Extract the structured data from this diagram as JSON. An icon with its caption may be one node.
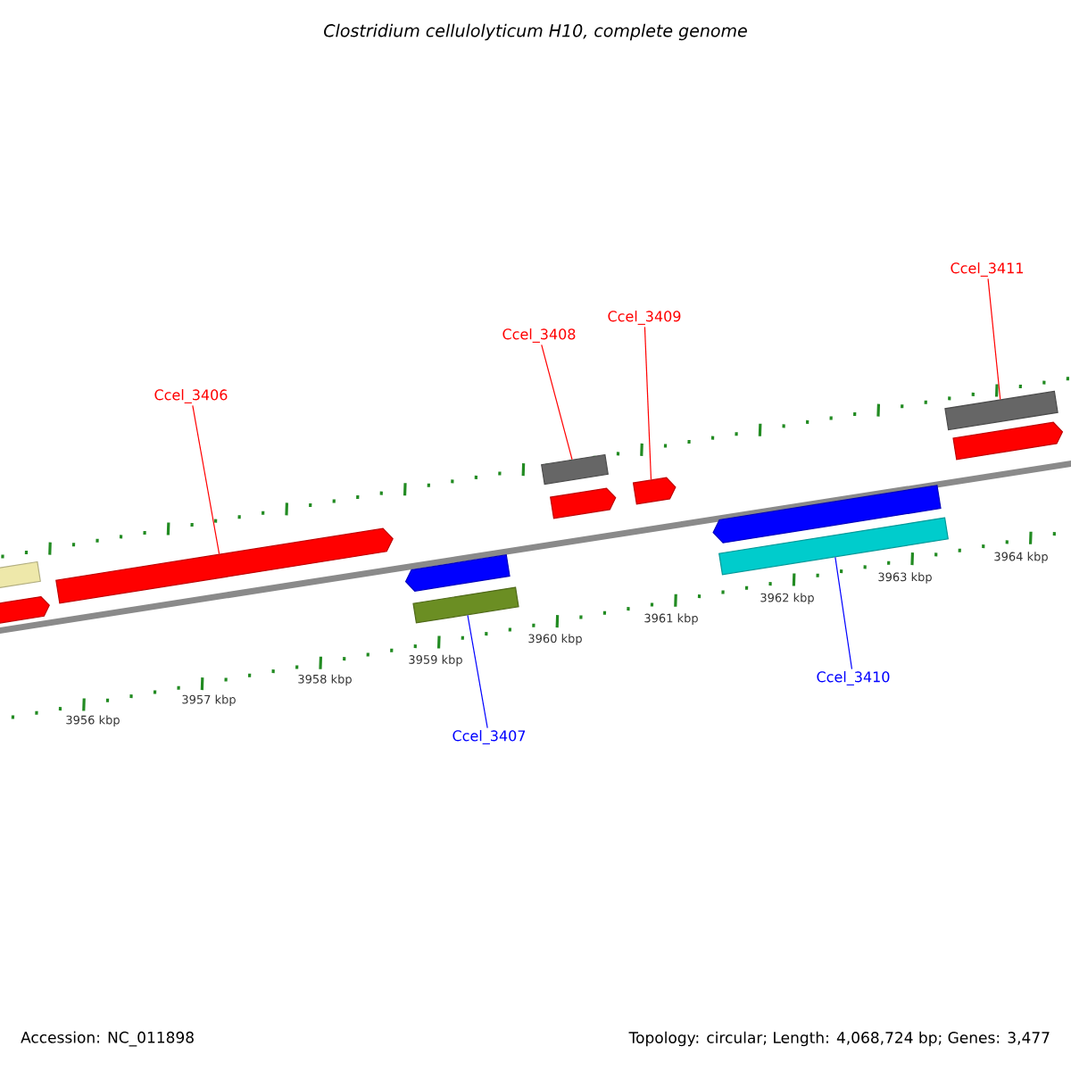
{
  "diagram": {
    "title": "Clostridium cellulolyticum H10, complete genome",
    "nodes": [
      {
        "text": [
          "Ccel_3406"
        ]
      },
      {
        "text": [
          "Ccel_3408"
        ]
      },
      {
        "text": [
          "Ccel_3409"
        ]
      },
      {
        "text": [
          "Ccel_3411"
        ]
      },
      {
        "text": [
          "Ccel_3407"
        ]
      },
      {
        "text": [
          "Ccel_3410"
        ]
      },
      {
        "text": [],
        "shape": "bar"
      },
      {
        "text": [],
        "shape": "pentagon"
      },
      {
        "text": [],
        "shape": "pentagon"
      },
      {
        "text": [],
        "shape": "pentagon"
      },
      {
        "text": [],
        "shape": "bar"
      },
      {
        "text": [],
        "shape": "bar"
      },
      {
        "text": [],
        "shape": "pentagon"
      },
      {
        "text": [],
        "shape": "pentagon"
      },
      {
        "text": [],
        "shape": "pentagon"
      },
      {
        "text": [],
        "shape": "bar"
      },
      {
        "text": [],
        "shape": "bar"
      },
      {
        "text": [],
        "shape": "pentagon"
      }
    ],
    "edges": [
      {
        "from": 0,
        "to": 8,
        "arrow": "none"
      },
      {
        "from": 1,
        "to": 11,
        "arrow": "none"
      },
      {
        "from": 2,
        "to": 13,
        "arrow": "none"
      },
      {
        "from": 3,
        "to": 16,
        "arrow": "none"
      },
      {
        "from": 4,
        "to": 10,
        "arrow": "none",
        "color": "#0000ff"
      },
      {
        "from": 5,
        "to": 15,
        "arrow": "none",
        "color": "#0000ff"
      }
    ],
    "labels": [
      "3956 kbp",
      "3957 kbp",
      "3958 kbp",
      "3959 kbp",
      "3960 kbp",
      "3961 kbp",
      "3962 kbp",
      "3963 kbp",
      "3964 kbp",
      "Accession: NC_011898",
      "Topology: circular; Length: 4,068,724 bp; Genes: 3,477"
    ]
  }
}
